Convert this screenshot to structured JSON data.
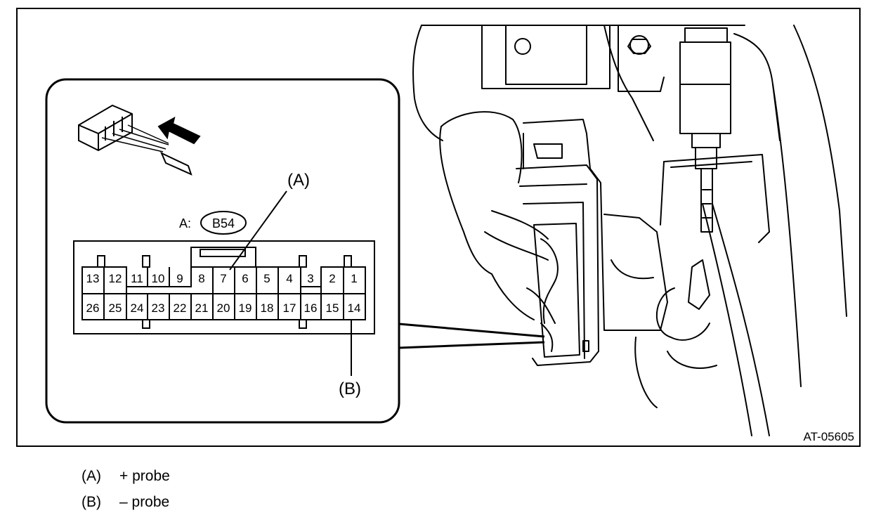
{
  "figure": {
    "id_code": "AT-05605",
    "connector_label": "A:",
    "connector_code": "B54",
    "callout_a": "(A)",
    "callout_b": "(B)",
    "pins_top": [
      "13",
      "12",
      "11",
      "10",
      "9",
      "8",
      "7",
      "6",
      "5",
      "4",
      "3",
      "2",
      "1"
    ],
    "pins_bottom": [
      "26",
      "25",
      "24",
      "23",
      "22",
      "21",
      "20",
      "19",
      "18",
      "17",
      "16",
      "15",
      "14"
    ]
  },
  "legend": [
    {
      "key": "(A)",
      "text": "+ probe"
    },
    {
      "key": "(B)",
      "text": "– probe"
    }
  ]
}
